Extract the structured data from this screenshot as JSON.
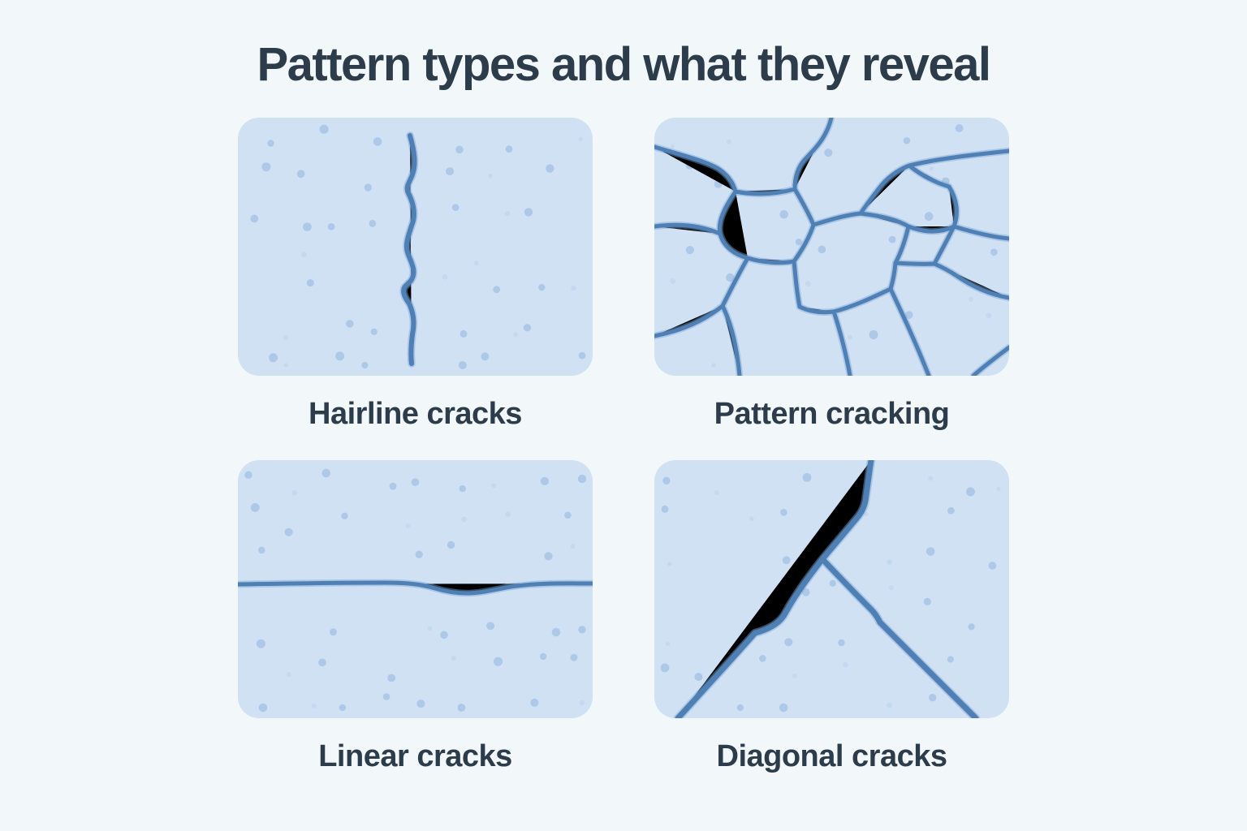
{
  "title": "Pattern types and what they reveal",
  "figures": [
    {
      "id": "hairline",
      "label": "Hairline cracks"
    },
    {
      "id": "pattern",
      "label": "Pattern cracking"
    },
    {
      "id": "linear",
      "label": "Linear cracks"
    },
    {
      "id": "diagonal",
      "label": "Diagonal cracks"
    }
  ],
  "colors": {
    "page_background": "#f2f7fa",
    "panel_background": "#d0e1f4",
    "crack_line": "#4e80b5",
    "crack_halo": "#7ea6d2",
    "dot": "#aec9e8",
    "dot_light": "#c4d8ef",
    "text": "#2d3c4a"
  }
}
